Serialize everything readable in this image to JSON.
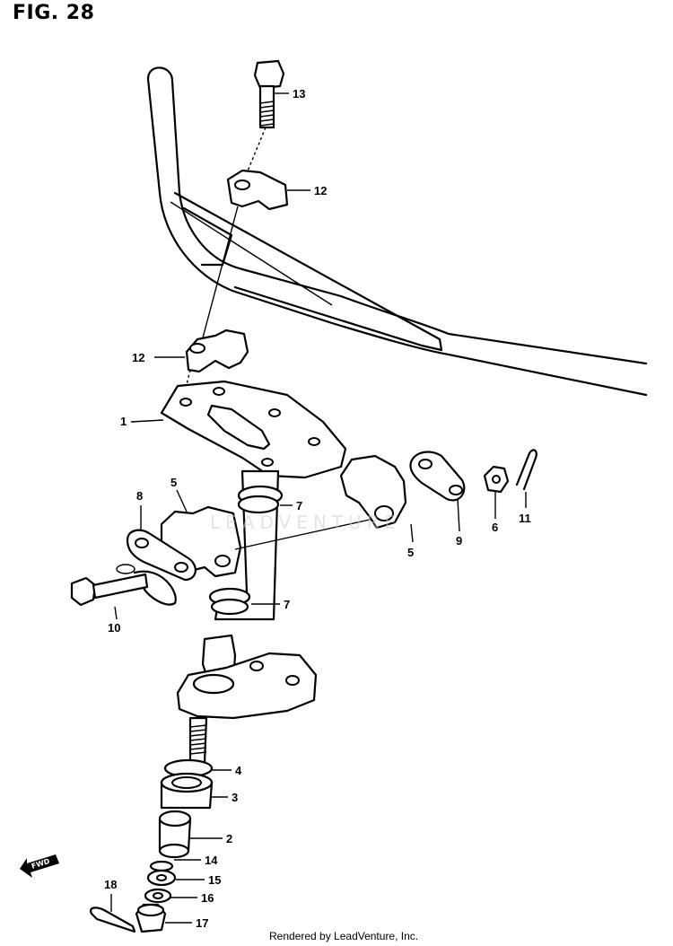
{
  "title": "FIG. 28",
  "credit": "Rendered by LeadVenture, Inc.",
  "watermark": "LEADVENTURE",
  "fwd_label": "FWD",
  "callouts": {
    "c1": "1",
    "c2": "2",
    "c3": "3",
    "c4": "4",
    "c5a": "5",
    "c5b": "5",
    "c6": "6",
    "c7a": "7",
    "c7b": "7",
    "c8": "8",
    "c9": "9",
    "c10": "10",
    "c11": "11",
    "c12a": "12",
    "c12b": "12",
    "c13": "13",
    "c14": "14",
    "c15": "15",
    "c16": "16",
    "c17": "17",
    "c18": "18"
  }
}
